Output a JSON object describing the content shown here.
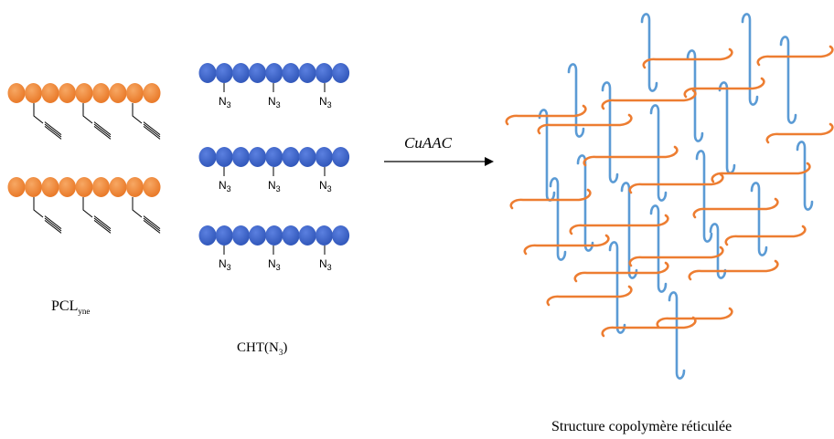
{
  "reagents": {
    "pcl": {
      "label_main": "PCL",
      "label_sub": "yne",
      "color": "#f08a34"
    },
    "cht": {
      "label_main": "CHT(N",
      "label_sub": "3",
      "label_end": ")",
      "color": "#3a63c8",
      "azide_main": "N",
      "azide_sub": "3"
    }
  },
  "reaction": {
    "label": "CuAAC"
  },
  "product": {
    "caption": "Structure copolymère réticulée",
    "colors": {
      "orange": "#ed7d31",
      "blue": "#5b9bd5"
    }
  }
}
